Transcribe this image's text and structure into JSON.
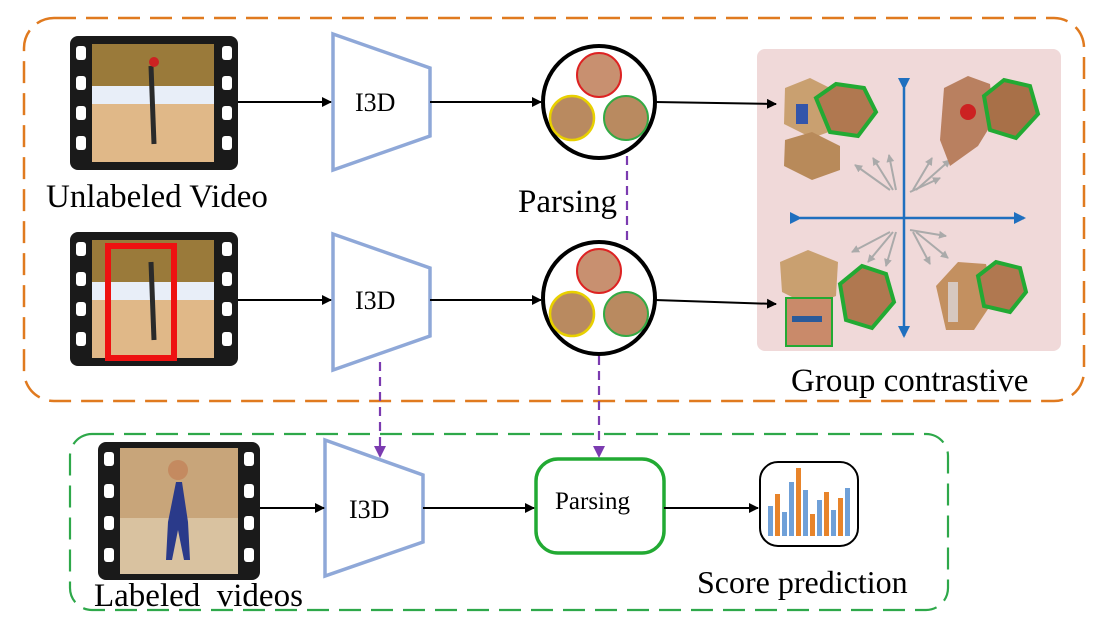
{
  "labels": {
    "unlabeled_video": "Unlabeled Video",
    "labeled_videos": "Labeled  videos",
    "i3d": "I3D",
    "parsing_top": "Parsing",
    "parsing_box": "Parsing",
    "group_contrastive": "Group contrastive",
    "score_prediction": "Score prediction"
  },
  "colors": {
    "orange_dash": "#e07a1f",
    "green_dash": "#2ea84a",
    "purple_arrow": "#7b3bb0",
    "i3d_stroke": "#8fa8d8",
    "axis_blue": "#1f6fbf",
    "contrast_bg": "#f0d9d9",
    "bbox_red": "#ee1111",
    "hex_green": "#22aa33",
    "bar_blue": "#6fa0d8",
    "bar_orange": "#e8842a",
    "circle_red": "#dd2222",
    "circle_yellow": "#e8d000",
    "circle_green": "#33aa44"
  },
  "icons": {
    "film": "film-strip-icon",
    "chart": "bar-chart-icon"
  }
}
